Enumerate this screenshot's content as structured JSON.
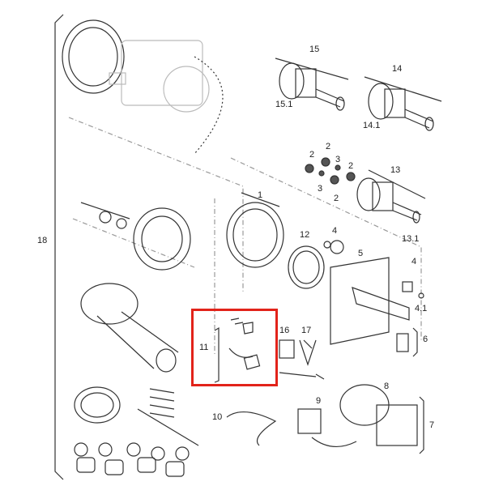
{
  "diagram": {
    "highlight_color": "#e2231a",
    "highlighted_part": "11",
    "labels": {
      "p18": "18",
      "p15": "15",
      "p15_1": "15.1",
      "p14": "14",
      "p14_1": "14.1",
      "p2a": "2",
      "p2b": "2",
      "p3a": "3",
      "p3b": "3",
      "p2c": "2",
      "p2d": "2",
      "p13": "13",
      "p13_1": "13.1",
      "p1": "1",
      "p4a": "4",
      "p12": "12",
      "p5": "5",
      "p4b": "4",
      "p4_1": "4.1",
      "p6": "6",
      "p11": "11",
      "p16": "16",
      "p17": "17",
      "p10": "10",
      "p9": "9",
      "p8": "8",
      "p7": "7"
    }
  }
}
